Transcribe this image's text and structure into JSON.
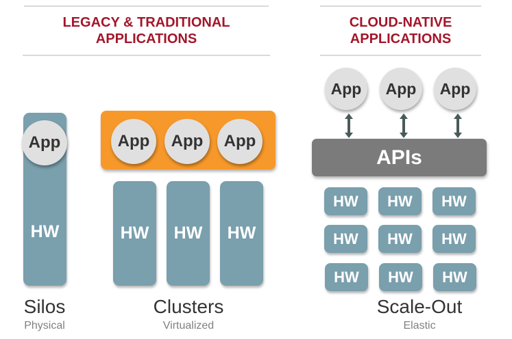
{
  "legacy": {
    "heading_line1": "LEGACY & TRADITIONAL",
    "heading_line2": "APPLICATIONS",
    "silos": {
      "app": "App",
      "hw": "HW",
      "title": "Silos",
      "subtitle": "Physical"
    },
    "clusters": {
      "apps": [
        "App",
        "App",
        "App"
      ],
      "hw": [
        "HW",
        "HW",
        "HW"
      ],
      "title": "Clusters",
      "subtitle": "Virtualized"
    }
  },
  "cloud": {
    "heading_line1": "CLOUD-NATIVE",
    "heading_line2": "APPLICATIONS",
    "apps": [
      "App",
      "App",
      "App"
    ],
    "apis": "APIs",
    "hw": [
      "HW",
      "HW",
      "HW",
      "HW",
      "HW",
      "HW",
      "HW",
      "HW",
      "HW"
    ],
    "title": "Scale-Out",
    "subtitle": "Elastic"
  },
  "colors": {
    "heading": "#a3162a",
    "hardware": "#7a9fad",
    "cluster_bar": "#f7982a",
    "apis_bar": "#7b7b7b",
    "app_circle": "#e0e0e0"
  }
}
